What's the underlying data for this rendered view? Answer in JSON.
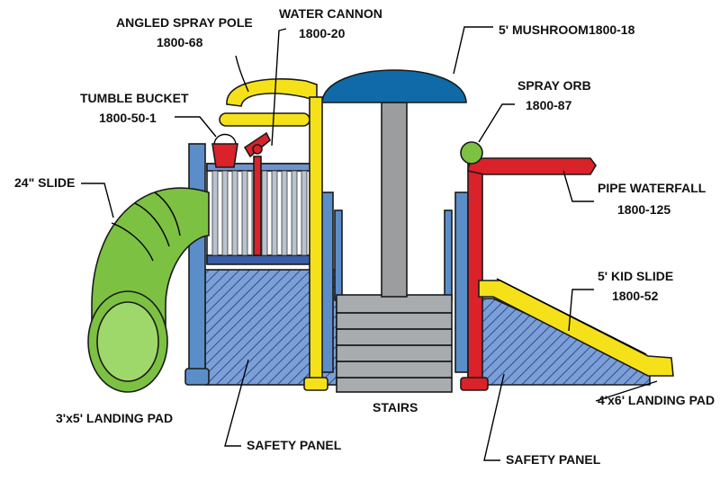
{
  "colors": {
    "slide_green": "#7cc142",
    "yellow": "#f5e11a",
    "red": "#d9222a",
    "blue_post": "#5b8ec9",
    "mushroom_blue": "#0f6aa7",
    "panel_blue": "#6f93cf",
    "stair_gray": "#a9acaf",
    "pole_gray": "#9b9d9f"
  },
  "labels": {
    "angled_spray_pole_name": "ANGLED SPRAY POLE",
    "angled_spray_pole_code": "1800-68",
    "water_cannon_name": "WATER CANNON",
    "water_cannon_code": "1800-20",
    "mushroom_name": "5' MUSHROOM",
    "mushroom_code": "1800-18",
    "tumble_bucket_name": "TUMBLE BUCKET",
    "tumble_bucket_code": "1800-50-1",
    "spray_orb_name": "SPRAY ORB",
    "spray_orb_code": "1800-87",
    "slide_24": "24\" SLIDE",
    "pipe_waterfall_name": "PIPE WATERFALL",
    "pipe_waterfall_code": "1800-125",
    "kid_slide_name": "5' KID SLIDE",
    "kid_slide_code": "1800-52",
    "stairs": "STAIRS",
    "landing_pad_3x5": "3'x5' LANDING PAD",
    "landing_pad_4x6": "4'x6' LANDING PAD",
    "safety_panel_left": "SAFETY PANEL",
    "safety_panel_right": "SAFETY PANEL"
  }
}
